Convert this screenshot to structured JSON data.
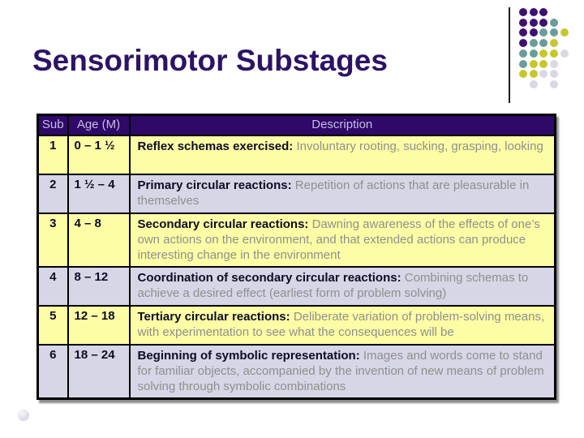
{
  "slide": {
    "title": "Sensorimotor Substages"
  },
  "table": {
    "columns": [
      "Sub",
      "Age (M)",
      "Description"
    ],
    "rows": [
      {
        "sub": "1",
        "age": "0 – 1 ½",
        "term": "Reflex schemas exercised:",
        "detail": "Involuntary rooting, sucking, grasping, looking"
      },
      {
        "sub": "2",
        "age": "1 ½ – 4",
        "term": "Primary circular reactions:",
        "detail": "Repetition of actions that are pleasurable in themselves"
      },
      {
        "sub": "3",
        "age": "4 – 8",
        "term": "Secondary circular reactions:",
        "detail": "Dawning awareness of the effects of one’s own actions on the environment, and that extended actions can produce interesting change in the environment"
      },
      {
        "sub": "4",
        "age": "8 – 12",
        "term": "Coordination of secondary circular reactions:",
        "detail": "Combining schemas to achieve a desired effect (earliest form of problem solving)"
      },
      {
        "sub": "5",
        "age": "12 – 18",
        "term": "Tertiary circular reactions:",
        "detail": "Deliberate variation of problem-solving means, with experimentation to see what the consequences will be"
      },
      {
        "sub": "6",
        "age": "18 – 24",
        "term": "Beginning of symbolic representation:",
        "detail": "Images and words come to stand for familiar objects, accompanied by the invention of new means of problem solving through symbolic combinations"
      }
    ]
  },
  "colors": {
    "title": "#2D1366",
    "header_bg": "#2E0968",
    "header_text": "#C8BCE4",
    "row_yellow": "#FDFDA5",
    "row_lavender": "#D6D6E6",
    "term_text": "#0C0C24",
    "detail_text": "#8F8F8F",
    "table_border": "#000000"
  },
  "decor": {
    "dot_palette": {
      "purple": "#3D1172",
      "teal": "#6B9C9C",
      "yellow": "#C6C72E",
      "gray": "#D8D8E6"
    },
    "dots": [
      {
        "r": 0,
        "c": 0,
        "k": "purple"
      },
      {
        "r": 0,
        "c": 1,
        "k": "purple"
      },
      {
        "r": 0,
        "c": 2,
        "k": "purple"
      },
      {
        "r": 1,
        "c": 0,
        "k": "purple"
      },
      {
        "r": 1,
        "c": 1,
        "k": "purple"
      },
      {
        "r": 1,
        "c": 2,
        "k": "purple"
      },
      {
        "r": 1,
        "c": 3,
        "k": "teal"
      },
      {
        "r": 2,
        "c": 0,
        "k": "purple"
      },
      {
        "r": 2,
        "c": 1,
        "k": "purple"
      },
      {
        "r": 2,
        "c": 2,
        "k": "teal"
      },
      {
        "r": 2,
        "c": 3,
        "k": "teal"
      },
      {
        "r": 2,
        "c": 4,
        "k": "yellow"
      },
      {
        "r": 3,
        "c": 0,
        "k": "purple"
      },
      {
        "r": 3,
        "c": 1,
        "k": "teal"
      },
      {
        "r": 3,
        "c": 2,
        "k": "teal"
      },
      {
        "r": 3,
        "c": 3,
        "k": "yellow"
      },
      {
        "r": 4,
        "c": 0,
        "k": "teal"
      },
      {
        "r": 4,
        "c": 1,
        "k": "teal"
      },
      {
        "r": 4,
        "c": 2,
        "k": "yellow"
      },
      {
        "r": 4,
        "c": 3,
        "k": "yellow"
      },
      {
        "r": 4,
        "c": 4,
        "k": "gray"
      },
      {
        "r": 5,
        "c": 0,
        "k": "teal"
      },
      {
        "r": 5,
        "c": 1,
        "k": "yellow"
      },
      {
        "r": 5,
        "c": 2,
        "k": "yellow"
      },
      {
        "r": 5,
        "c": 3,
        "k": "gray"
      },
      {
        "r": 6,
        "c": 0,
        "k": "yellow"
      },
      {
        "r": 6,
        "c": 1,
        "k": "yellow"
      },
      {
        "r": 6,
        "c": 2,
        "k": "gray"
      },
      {
        "r": 6,
        "c": 3,
        "k": "gray"
      },
      {
        "r": 7,
        "c": 1,
        "k": "gray"
      },
      {
        "r": 7,
        "c": 3,
        "k": "gray"
      }
    ]
  }
}
